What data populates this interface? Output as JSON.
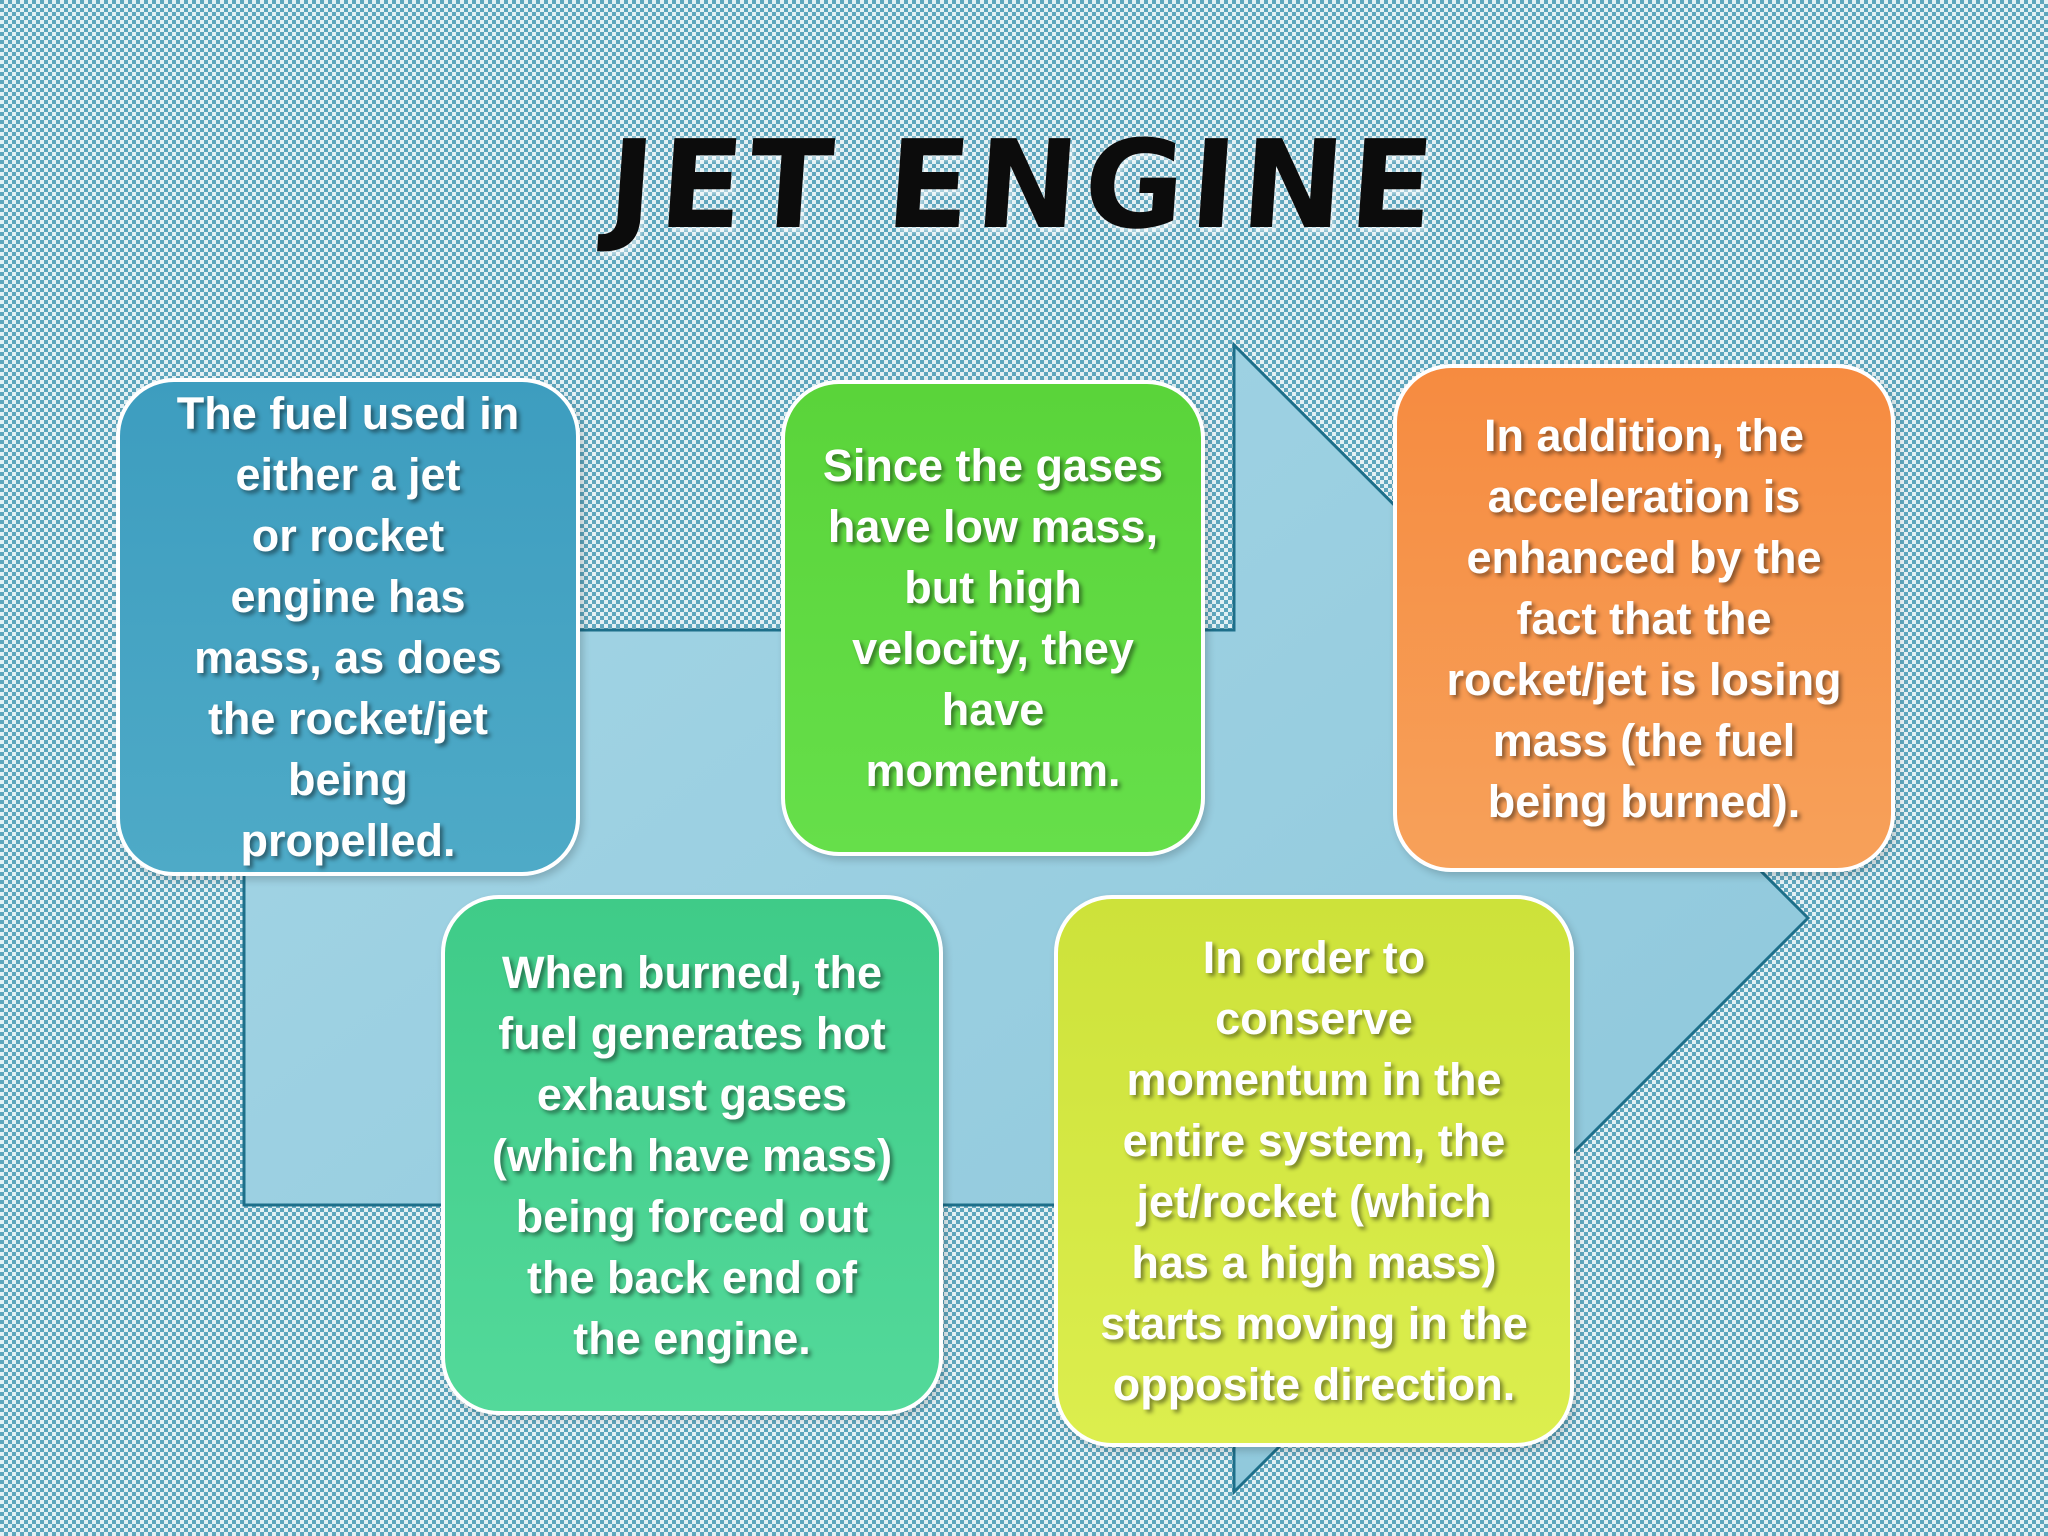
{
  "title": "Jet Engine",
  "colors": {
    "arrow_fill": "#9ccfe0",
    "arrow_stroke": "#1d6f8a",
    "fuel_box": "#4aa6c5",
    "gases_box": "#60dc43",
    "acceleration_box": "#f7994d",
    "burned_box": "#4ad492",
    "conserve_box": "#d5e947",
    "box_border": "#ffffff",
    "title": "#0c0c0c"
  },
  "boxes": {
    "fuel": {
      "lines": [
        "The fuel used in",
        "either a jet",
        "or rocket",
        "engine has",
        "mass, as does",
        "the rocket/jet",
        "being",
        "propelled."
      ]
    },
    "gases": {
      "lines": [
        "Since the gases",
        "have low mass,",
        "but high",
        "velocity, they",
        "have",
        "momentum."
      ]
    },
    "acceleration": {
      "lines": [
        "In addition, the",
        "acceleration is",
        "enhanced by the",
        "fact that the",
        "rocket/jet is losing",
        "mass (the fuel",
        "being burned)."
      ]
    },
    "burned": {
      "lines": [
        "When burned, the",
        "fuel generates hot",
        "exhaust gases",
        "(which have mass)",
        "being forced out",
        "the back end of",
        "the engine."
      ]
    },
    "conserve": {
      "lines": [
        "In order to",
        "conserve",
        "momentum in the",
        "entire system, the",
        "jet/rocket (which",
        "has a high mass)",
        "starts moving in the",
        "opposite direction."
      ]
    }
  }
}
